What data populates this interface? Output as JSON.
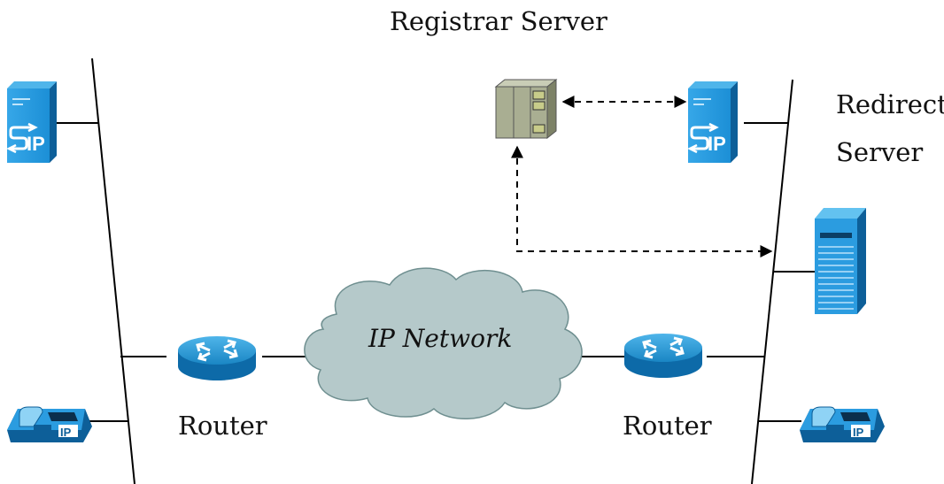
{
  "labels": {
    "registrar": "Registrar Server",
    "redirect_line1": "Redirect",
    "redirect_line2": "Server",
    "network": "IP Network",
    "router_left": "Router",
    "router_right": "Router"
  },
  "icons": {
    "sip_badge": "IP",
    "phone_badge": "IP"
  },
  "colors": {
    "device_blue": "#1c8fd6",
    "device_blue_dark": "#0d5f99",
    "router_blue": "#1a86c4",
    "cloud_fill": "#b5c9ca",
    "cloud_stroke": "#6f8f90",
    "registrar_fill": "#a9ae92",
    "line": "#000000"
  }
}
